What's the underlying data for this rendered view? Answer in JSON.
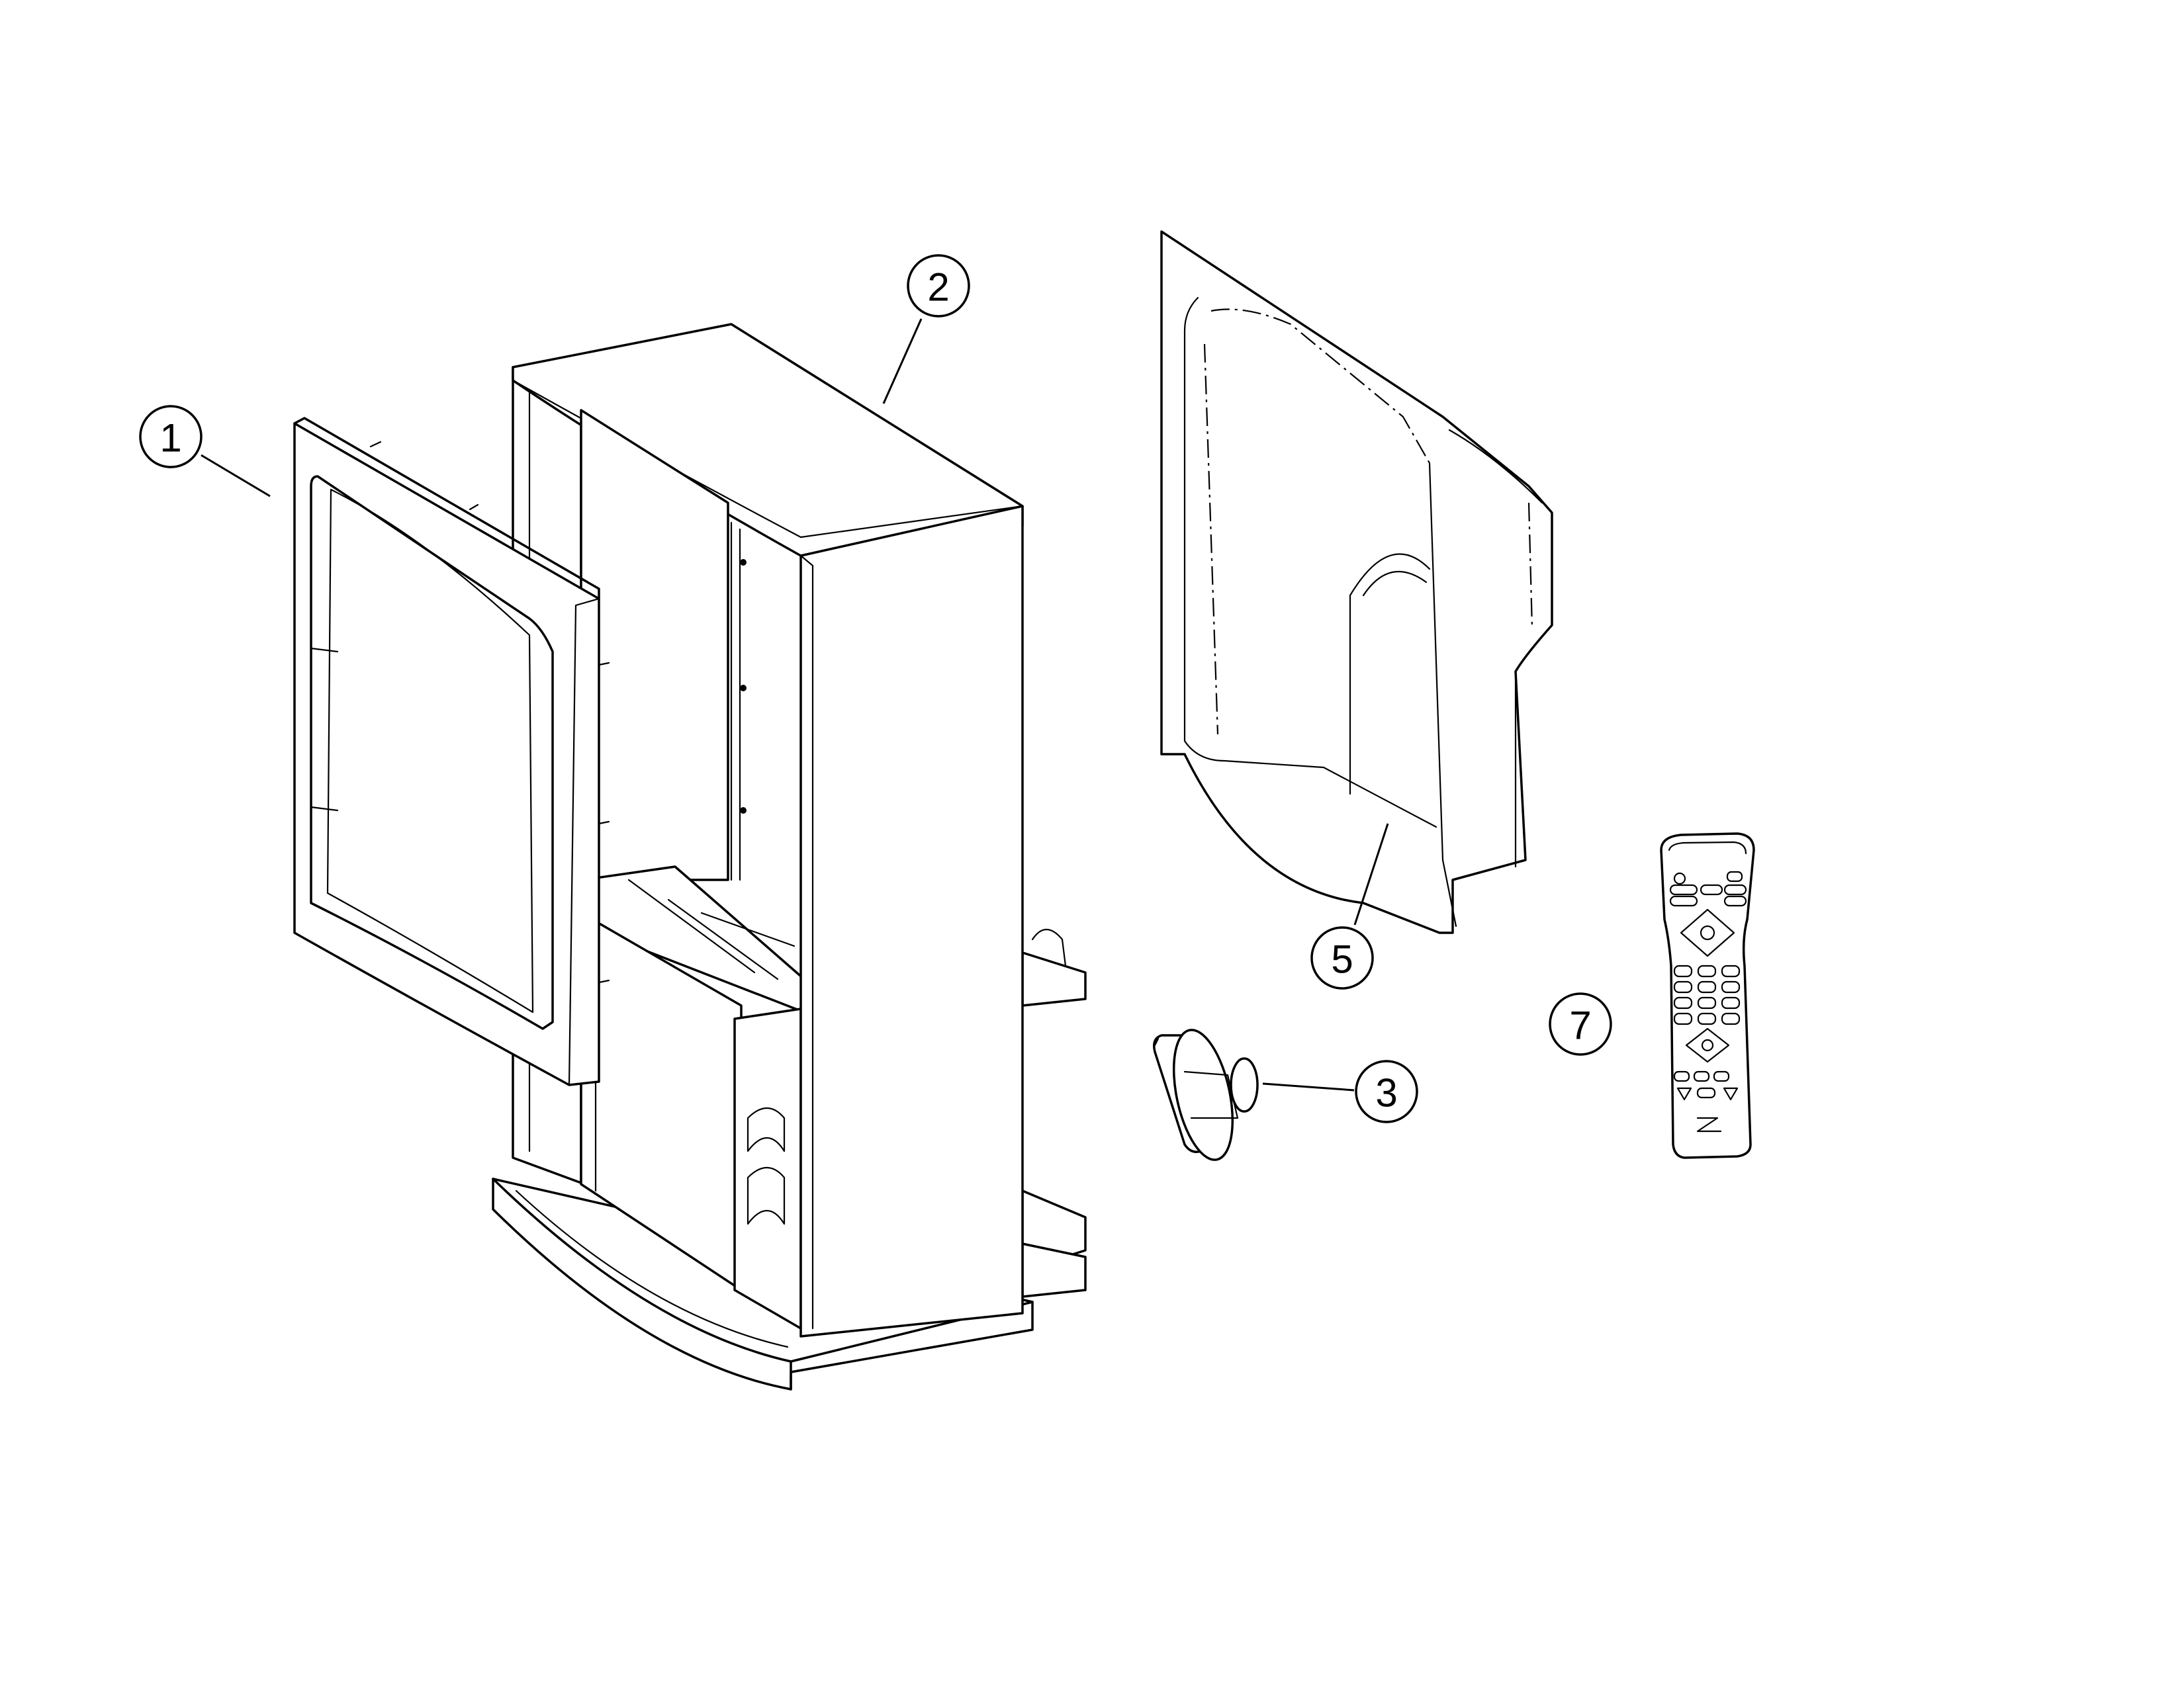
{
  "callouts": [
    {
      "id": "frame",
      "label": "1"
    },
    {
      "id": "cabinet",
      "label": "2"
    },
    {
      "id": "speaker",
      "label": "3"
    },
    {
      "id": "back-cover",
      "label": "5"
    },
    {
      "id": "remote",
      "label": "7"
    }
  ]
}
